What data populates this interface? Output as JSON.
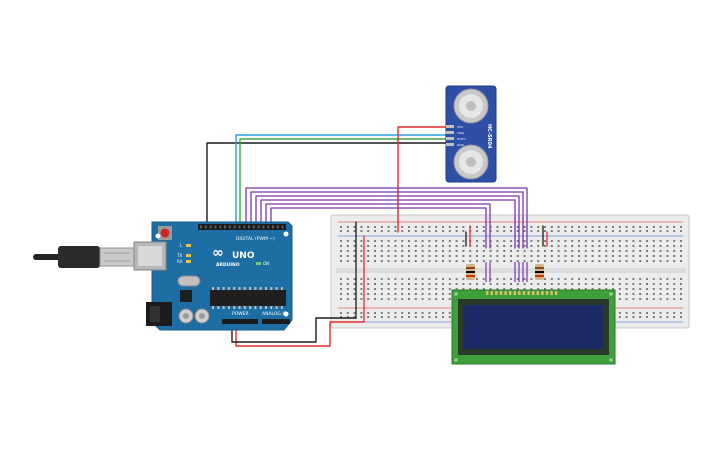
{
  "arduino": {
    "brand": "ARDUINO",
    "model": "UNO",
    "digital_label": "DIGITAL (PWM ~)",
    "power_label": "POWER",
    "analog_label": "ANALOG IN",
    "logo_symbol": "∞",
    "on_label": "ON",
    "tx_label": "TX",
    "rx_label": "RX",
    "l_label": "L"
  },
  "sensor": {
    "model": "HC-SR04",
    "pins": [
      "VCC",
      "TRIG",
      "ECHO",
      "GND"
    ]
  },
  "lcd": {
    "screen_text": ""
  },
  "colors": {
    "board_blue": "#1d6ea5",
    "wire_black": "#1b1b1b",
    "wire_red": "#e32c2c",
    "wire_blue": "#2a9fd8",
    "wire_green": "#3caa3c",
    "wire_purple": "#7a35a8",
    "breadboard": "#eeeeee",
    "lcd_pcb": "#3f9f3a",
    "lcd_screen": "#1d2a66",
    "sensor_pcb": "#2e4fa6"
  }
}
